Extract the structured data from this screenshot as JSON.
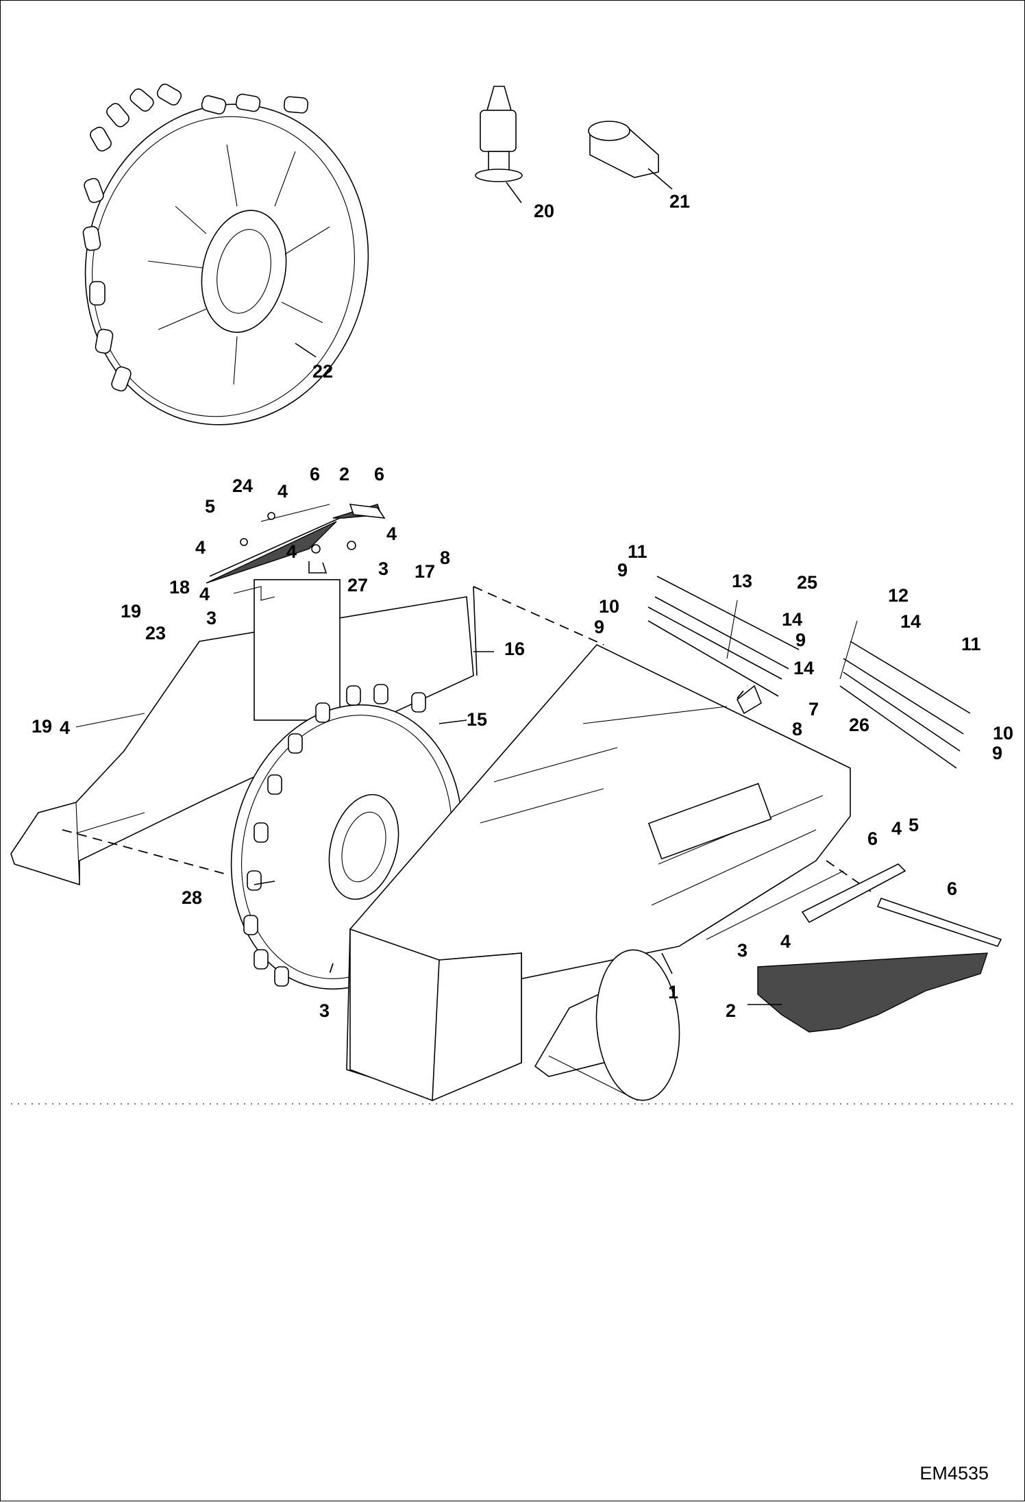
{
  "figure_code": "EM4535",
  "callouts": [
    "1",
    "2",
    "3",
    "4",
    "5",
    "6",
    "7",
    "8",
    "9",
    "10",
    "11",
    "12",
    "13",
    "14",
    "15",
    "16",
    "17",
    "18",
    "19",
    "20",
    "21",
    "22",
    "23",
    "24",
    "25",
    "26",
    "27",
    "28"
  ],
  "icons": [
    "cutter-wheel-icon",
    "cutter-tooth-icon",
    "tooth-pocket-icon",
    "housing-icon",
    "shield-flap-icon",
    "rubber-guard-icon"
  ]
}
